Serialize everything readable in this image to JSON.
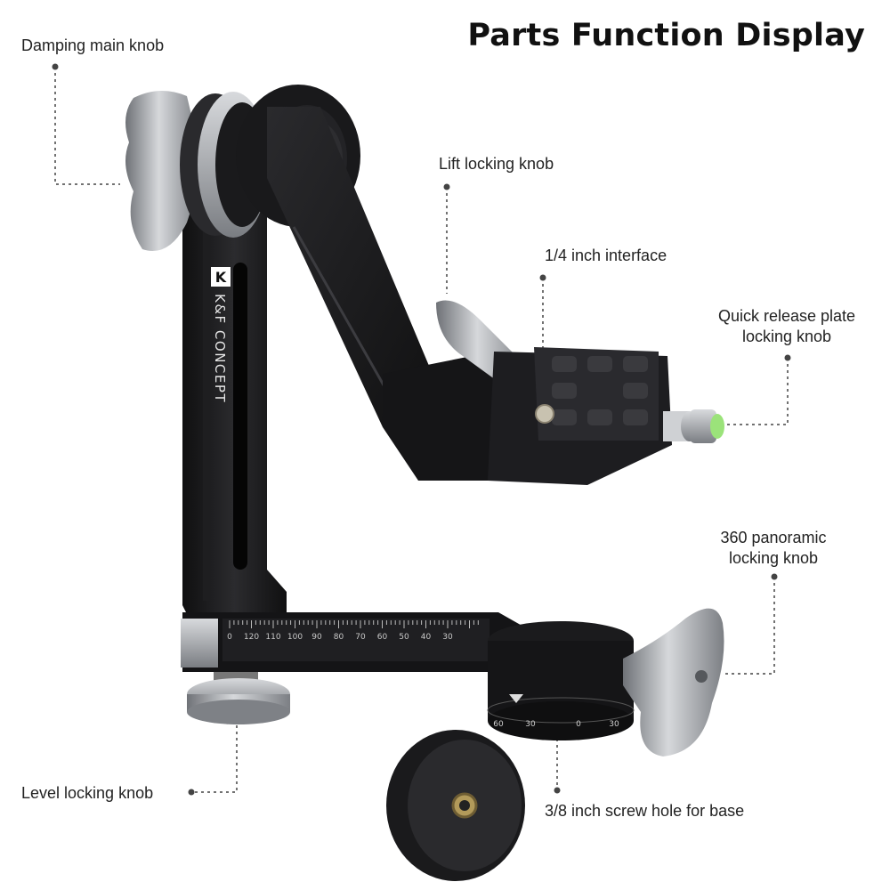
{
  "title": "Parts Function Display",
  "labels": {
    "damping_main_knob": "Damping main knob",
    "lift_locking_knob": "Lift locking knob",
    "quarter_inch_interface": "1/4 inch interface",
    "qr_plate_knob_line1": "Quick release plate",
    "qr_plate_knob_line2": "locking knob",
    "panoramic_knob_line1": "360 panoramic",
    "panoramic_knob_line2": "locking knob",
    "level_locking_knob": "Level locking knob",
    "screw_hole_base": "3/8 inch screw hole for base"
  },
  "product": {
    "logo_mark": "K",
    "brand": "K&F CONCEPT",
    "scale_ticks": [
      "0",
      "120",
      "110",
      "100",
      "90",
      "80",
      "70",
      "60",
      "50",
      "40",
      "30"
    ],
    "dial_ticks": [
      "60",
      "30",
      "0",
      "30"
    ]
  },
  "colors": {
    "body": "#1c1c1e",
    "metal": "#a9acb0",
    "leader": "#444444",
    "bubble": "#9be37a"
  }
}
